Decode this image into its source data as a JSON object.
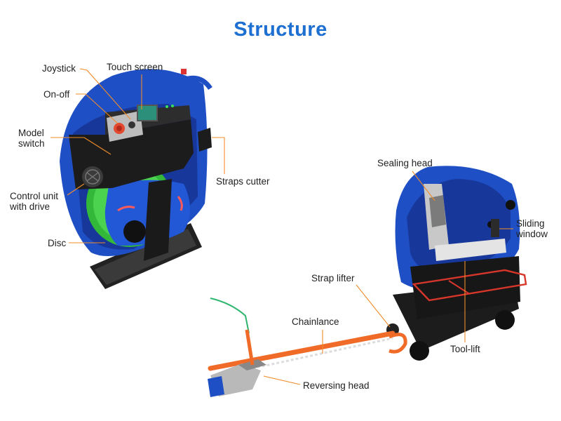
{
  "title": "Structure",
  "labels": {
    "joystick": "Joystick",
    "touch_screen": "Touch screen",
    "on_off": "On-off",
    "model_switch": "Model\nswitch",
    "control_unit": "Control unit\nwith drive",
    "disc": "Disc",
    "straps_cutter": "Straps cutter",
    "sealing_head": "Sealing head",
    "sliding_window": "Sliding\nwindow",
    "strap_lifter": "Strap lifter",
    "chainlance": "Chainlance",
    "tool_lift": "Tool-lift",
    "reversing_head": "Reversing head"
  },
  "colors": {
    "title": "#1d6fd1",
    "leader": "#f08c2a",
    "machine_blue": "#1f4fc4",
    "frame_black": "#1c1c1c",
    "strap_green": "#3cc43c",
    "chain_orange": "#f06a28",
    "basket_red": "#d9362b"
  }
}
